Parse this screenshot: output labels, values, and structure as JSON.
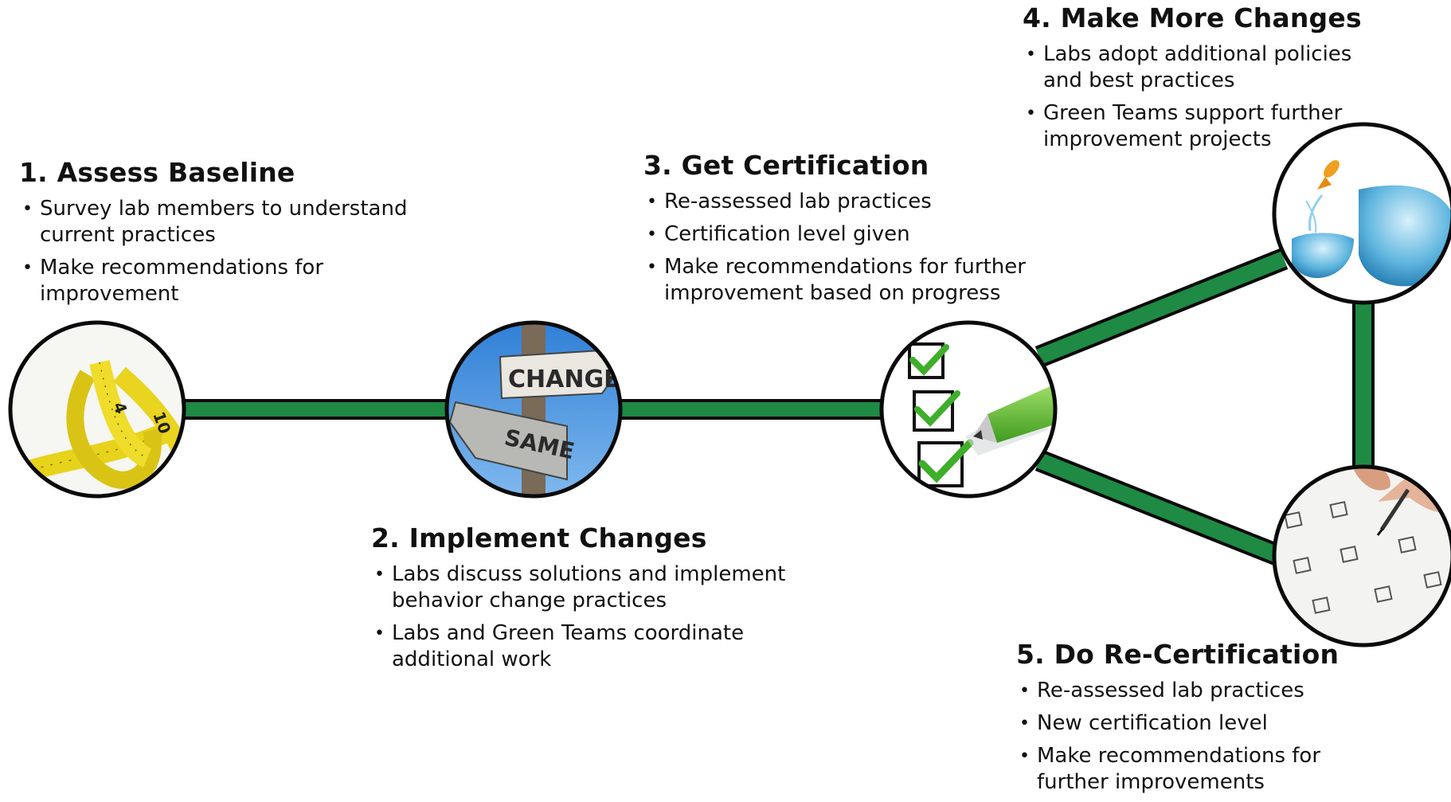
{
  "colors": {
    "connector_fill": "#1e8a44",
    "connector_outline": "#0a0a0a",
    "circle_outline": "#0a0a0a"
  },
  "steps": [
    {
      "title": "1. Assess Baseline",
      "bullets": [
        "Survey lab members to understand current practices",
        "Make recommendations for improvement"
      ],
      "image": "tape-measure"
    },
    {
      "title": "2. Implement Changes",
      "bullets": [
        "Labs discuss solutions and implement behavior change practices",
        "Labs and Green Teams coordinate additional work"
      ],
      "image": "signpost",
      "sign_top": "CHANGE",
      "sign_bottom": "SAME"
    },
    {
      "title": "3. Get Certification",
      "bullets": [
        "Re-assessed lab practices",
        "Certification level given",
        "Make recommendations for further improvement based on progress"
      ],
      "image": "checklist-pen"
    },
    {
      "title": "4. Make More Changes",
      "bullets": [
        "Labs adopt additional policies and best practices",
        "Green Teams support further improvement projects"
      ],
      "image": "goldfish-jump"
    },
    {
      "title": "5. Do Re-Certification",
      "bullets": [
        "Re-assessed lab practices",
        "New certification level",
        "Make recommendations for further improvements"
      ],
      "image": "hand-checkboxes"
    }
  ]
}
